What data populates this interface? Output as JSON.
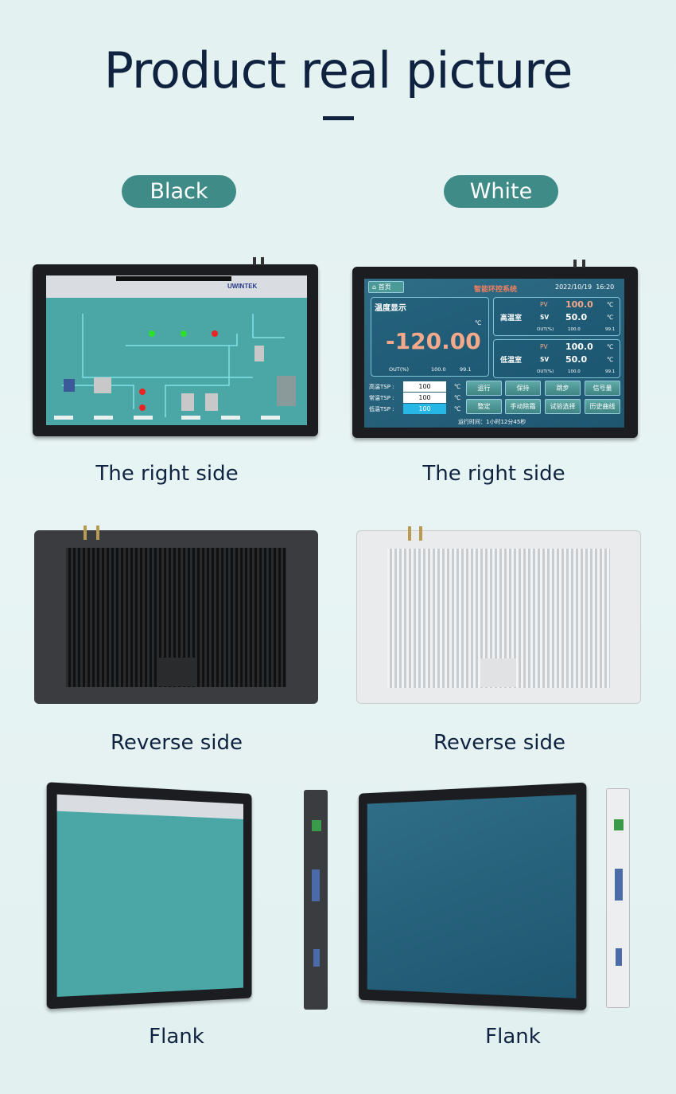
{
  "header": {
    "title": "Product real picture"
  },
  "variants": [
    {
      "label": "Black"
    },
    {
      "label": "White"
    }
  ],
  "captions": {
    "front": "The right side",
    "reverse": "Reverse side",
    "flank": "Flank"
  },
  "colors": {
    "pill": "#3f8b87",
    "title": "#0f2340",
    "hmi_teal": "#4aa7a6"
  },
  "hmi": {
    "home": "首页",
    "title": "智能环控系统",
    "datetime": "2022/10/19  16:20",
    "temp_panel": {
      "label": "温度显示",
      "unit": "℃",
      "value": "-120.00",
      "out_label": "OUT(%)",
      "out1": "100.0",
      "out2": "99.1"
    },
    "chambers": [
      {
        "name": "高温室",
        "pv_label": "PV",
        "pv": "100.0",
        "sv_label": "SV",
        "sv": "50.0",
        "unit": "℃",
        "out_label": "OUT(%)",
        "out1": "100.0",
        "out2": "99.1"
      },
      {
        "name": "低温室",
        "pv_label": "PV",
        "pv": "100.0",
        "sv_label": "SV",
        "sv": "50.0",
        "unit": "℃",
        "out_label": "OUT(%)",
        "out1": "100.0",
        "out2": "99.1"
      }
    ],
    "tsp": [
      {
        "label": "高温TSP :",
        "value": "100",
        "unit": "℃"
      },
      {
        "label": "常温TSP :",
        "value": "100",
        "unit": "℃"
      },
      {
        "label": "低温TSP :",
        "value": "100",
        "unit": "℃"
      }
    ],
    "buttons": [
      "运行",
      "保持",
      "跳步",
      "信号量",
      "整定",
      "手动除霜",
      "试验选择",
      "历史曲线"
    ],
    "runtime": "运行时间：1小时12分45秒"
  },
  "scada": {
    "logo": "UWINTEK"
  }
}
